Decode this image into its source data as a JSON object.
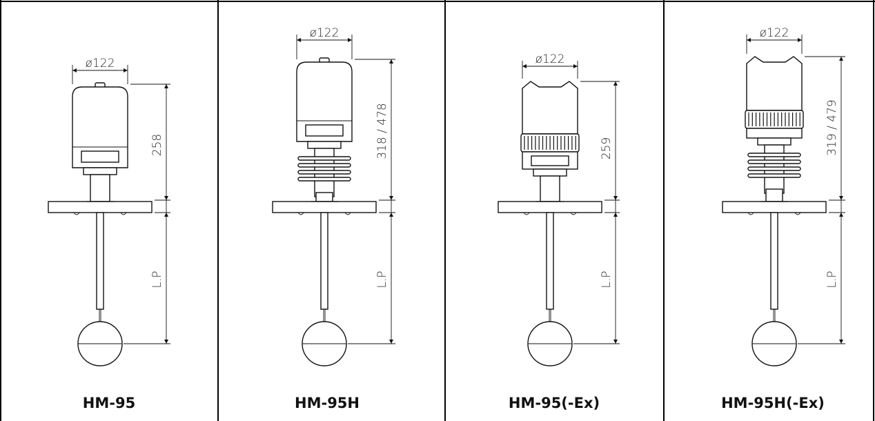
{
  "models": [
    {
      "name": "HM-95",
      "diameter_label": "ø122",
      "height_label": "258",
      "probe_label": "L.P",
      "variant": "standard"
    },
    {
      "name": "HM-95H",
      "diameter_label": "ø122",
      "height_label": "318  /  478",
      "probe_label": "L.P",
      "variant": "high-temp"
    },
    {
      "name": "HM-95(-Ex)",
      "diameter_label": "ø122",
      "height_label": "259",
      "probe_label": "L.P",
      "variant": "explosion-proof"
    },
    {
      "name": "HM-95H(-Ex)",
      "diameter_label": "ø122",
      "height_label": "319  /  479",
      "probe_label": "L.P",
      "variant": "high-temp-explosion-proof"
    }
  ]
}
